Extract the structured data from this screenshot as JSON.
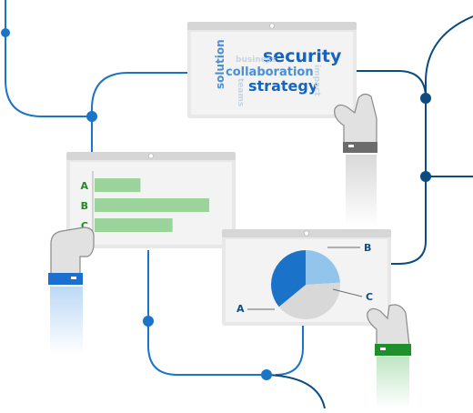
{
  "colors": {
    "connector_light": "#1a75c9",
    "connector_dark": "#0a4b80",
    "tablet_frame": "#e8e8e8",
    "tablet_bar": "#d6d6d6",
    "tablet_screen": "#f3f3f3",
    "word_strong": "#1565c0",
    "word_medium": "#4a8fd6",
    "word_faint": "#c7d4e2",
    "bar_fill": "#9bd49b",
    "bar_label": "#1f8a1f",
    "pie_dark": "#1a72c9",
    "pie_light": "#93c5ec",
    "pie_grey": "#d8d8d8",
    "pie_label": "#0d4f8a",
    "cuff_grey": "#6b6b6b",
    "cuff_blue": "#1a6fd1",
    "cuff_green": "#1f8f2e",
    "hand": "#e1e1e1"
  },
  "word_cloud": {
    "words": [
      {
        "text": "security",
        "style": "strong"
      },
      {
        "text": "collaboration",
        "style": "medium"
      },
      {
        "text": "strategy",
        "style": "strong"
      },
      {
        "text": "solution",
        "style": "medium"
      },
      {
        "text": "business",
        "style": "faint"
      },
      {
        "text": "teams",
        "style": "faint"
      },
      {
        "text": "impact",
        "style": "faint"
      }
    ]
  },
  "bar_panel": {
    "bars": [
      {
        "label": "A",
        "value": 0.4
      },
      {
        "label": "B",
        "value": 1.0
      },
      {
        "label": "C",
        "value": 0.68
      }
    ]
  },
  "pie_panel": {
    "slices": [
      {
        "label": "A",
        "value": 0.36,
        "color_key": "pie_dark"
      },
      {
        "label": "B",
        "value": 0.24,
        "color_key": "pie_light"
      },
      {
        "label": "C",
        "value": 0.4,
        "color_key": "pie_grey"
      }
    ]
  }
}
